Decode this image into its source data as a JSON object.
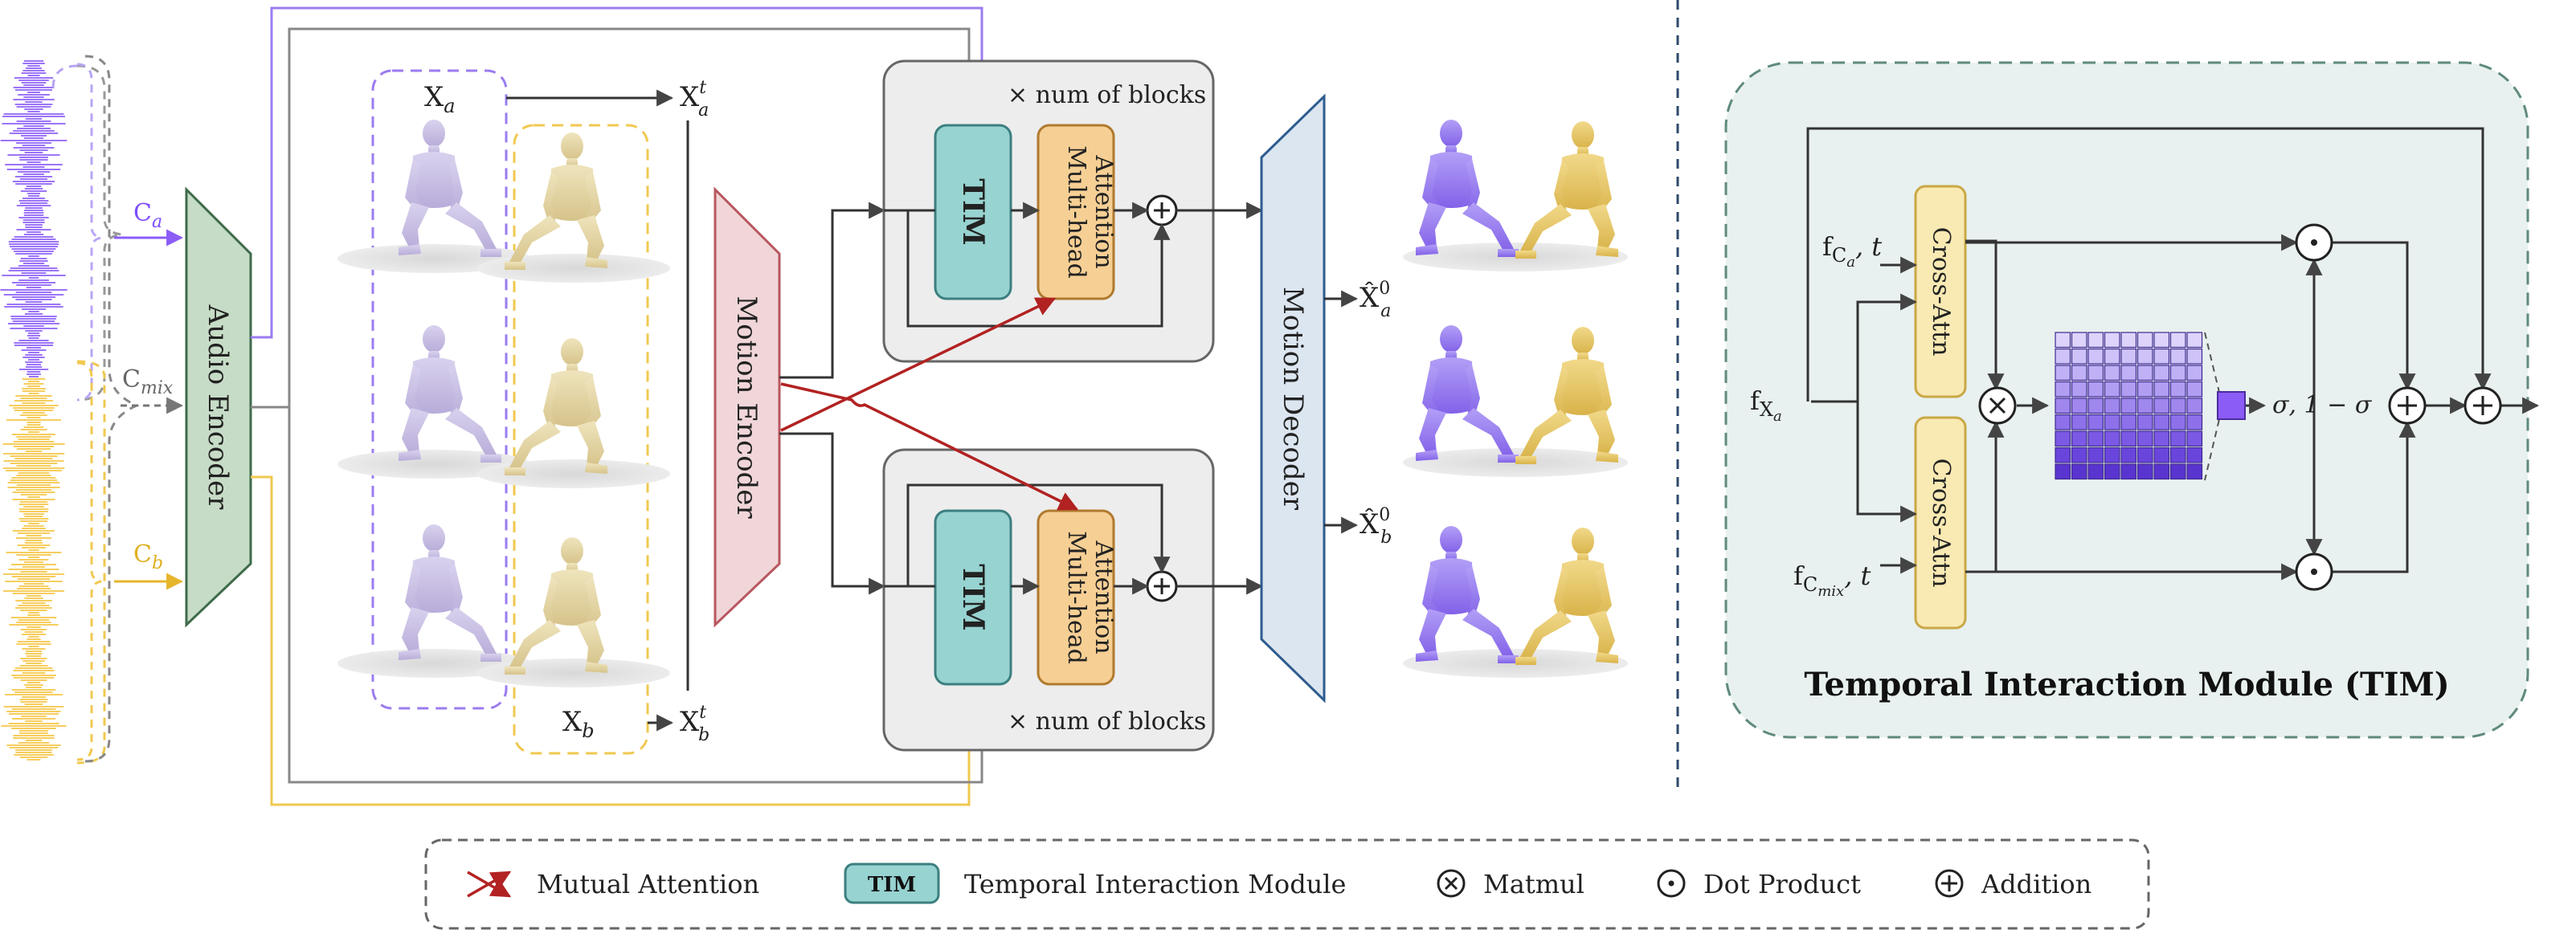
{
  "inputs": {
    "ca_label": "C",
    "ca_sub": "a",
    "cmix_label": "C",
    "cmix_sub": "mix",
    "cb_label": "C",
    "cb_sub": "b"
  },
  "audio_encoder": {
    "label": "Audio Encoder"
  },
  "motions": {
    "xa_label": "X",
    "xa_sub": "a",
    "xb_label": "X",
    "xb_sub": "b",
    "xat_label": "X",
    "xat_sup": "t",
    "xat_sub": "a",
    "xbt_label": "X",
    "xbt_sup": "t",
    "xbt_sub": "b"
  },
  "motion_encoder": {
    "label": "Motion Encoder"
  },
  "blocks": {
    "top_caption": "× num of blocks",
    "bottom_caption": "× num of blocks",
    "tim_label": "TIM",
    "mha_line1": "Multi-head",
    "mha_line2": "Attention"
  },
  "motion_decoder": {
    "label": "Motion Decoder"
  },
  "outputs": {
    "xa0_label": "X̂",
    "xa0_sup": "0",
    "xa0_sub": "a",
    "xb0_label": "X̂",
    "xb0_sup": "0",
    "xb0_sub": "b"
  },
  "tim_module": {
    "title": "Temporal  Interaction Module (TIM)",
    "fca_label": "f",
    "fca_sub": "C",
    "fca_subsub": "a",
    "fca_tail": ", t",
    "fcmix_label": "f",
    "fcmix_sub": "C",
    "fcmix_subsub": "mix",
    "fcmix_tail": ", t",
    "fxa_label": "f",
    "fxa_sub": "X",
    "fxa_subsub": "a",
    "cross_attn_1": "Cross-Attn",
    "cross_attn_2": "Cross-Attn",
    "sigma_text": "σ, 1 − σ"
  },
  "legend": {
    "mutual_attention": "Mutual Attention",
    "tim_badge": "TIM",
    "tim_text": "Temporal  Interaction Module",
    "matmul": "Matmul",
    "dot_product": "Dot Product",
    "addition": "Addition"
  },
  "colors": {
    "purple": "#8b5cf6",
    "yellow": "#f5c542",
    "audio_encoder": "#c6dcc6",
    "motion_encoder": "#f1d6d9",
    "motion_decoder": "#dce6f0",
    "tim": "#97d3d1",
    "mha": "#f6cf94",
    "cross_attn": "#f9e9b3",
    "tim_panel": "#e8f1ef",
    "red_arrow": "#b22222"
  }
}
